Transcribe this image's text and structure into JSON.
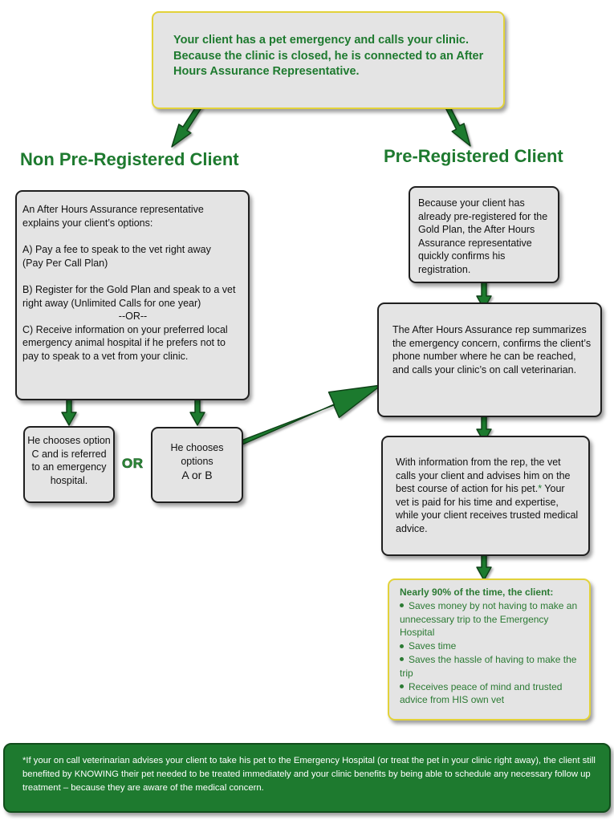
{
  "intro": {
    "text": "Your client has a pet emergency and calls your clinic.  Because the clinic is closed, he is connected to an After Hours Assurance Representative."
  },
  "non_registered": {
    "heading": "Non Pre-Registered Client",
    "options_box": {
      "intro": "An After Hours Assurance representative explains your client’s options:",
      "option_a": "A)  Pay a fee to speak to the vet right away\n      (Pay Per Call Plan)",
      "option_b": "B)  Register for the Gold Plan and speak to a vet right away (Unlimited Calls for one year)",
      "or_divider": "--OR--",
      "option_c": "C) Receive information on  your preferred local emergency animal hospital if he prefers not to pay to speak to a vet from your clinic."
    },
    "choice_c": "He chooses option C and is referred to an emergency hospital.",
    "or_label": "OR",
    "choice_ab_line1": "He chooses options",
    "choice_ab_line2": "A or B"
  },
  "registered": {
    "heading": "Pre-Registered Client",
    "confirm_box": "Because your client has already pre-registered for the Gold Plan, the After Hours Assurance representative quickly confirms his registration.",
    "rep_box": "The After Hours Assurance rep summarizes the emergency concern, confirms the client’s phone number where he can be reached, and calls your clinic’s on call veterinarian.",
    "vet_box": {
      "text_before_mark": "With information from the rep, the vet calls your client and advises him on the best course of action for his pet.",
      "mark": "*",
      "text_after_mark": " Your vet is paid for his time and expertise, while your client receives trusted medical advice."
    }
  },
  "benefits": {
    "title": "Nearly 90% of the time, the client:",
    "items": [
      "Saves money by not having to make an unnecessary trip  to the Emergency Hospital",
      "Saves time",
      "Saves the hassle of having to make the trip",
      "Receives peace of mind and trusted advice from HIS own vet"
    ]
  },
  "footnote": "*If your on call veterinarian advises your client to take his pet to the Emergency Hospital (or treat the pet in your clinic right away), the client still benefited by KNOWING their pet needed to be treated immediately and your clinic benefits by being able to schedule any necessary follow up treatment – because they are aware of the medical concern.",
  "colors": {
    "heading_green": "#1e7a2f",
    "arrow_green": "#1e7a2f",
    "box_fill": "#e4e4e4",
    "box_border": "#1f1f1f",
    "highlight_border": "#e2d23a",
    "footnote_fill": "#1e7a2f",
    "benefit_text": "#2b7a33",
    "asterisk": "#1e7a2f"
  }
}
